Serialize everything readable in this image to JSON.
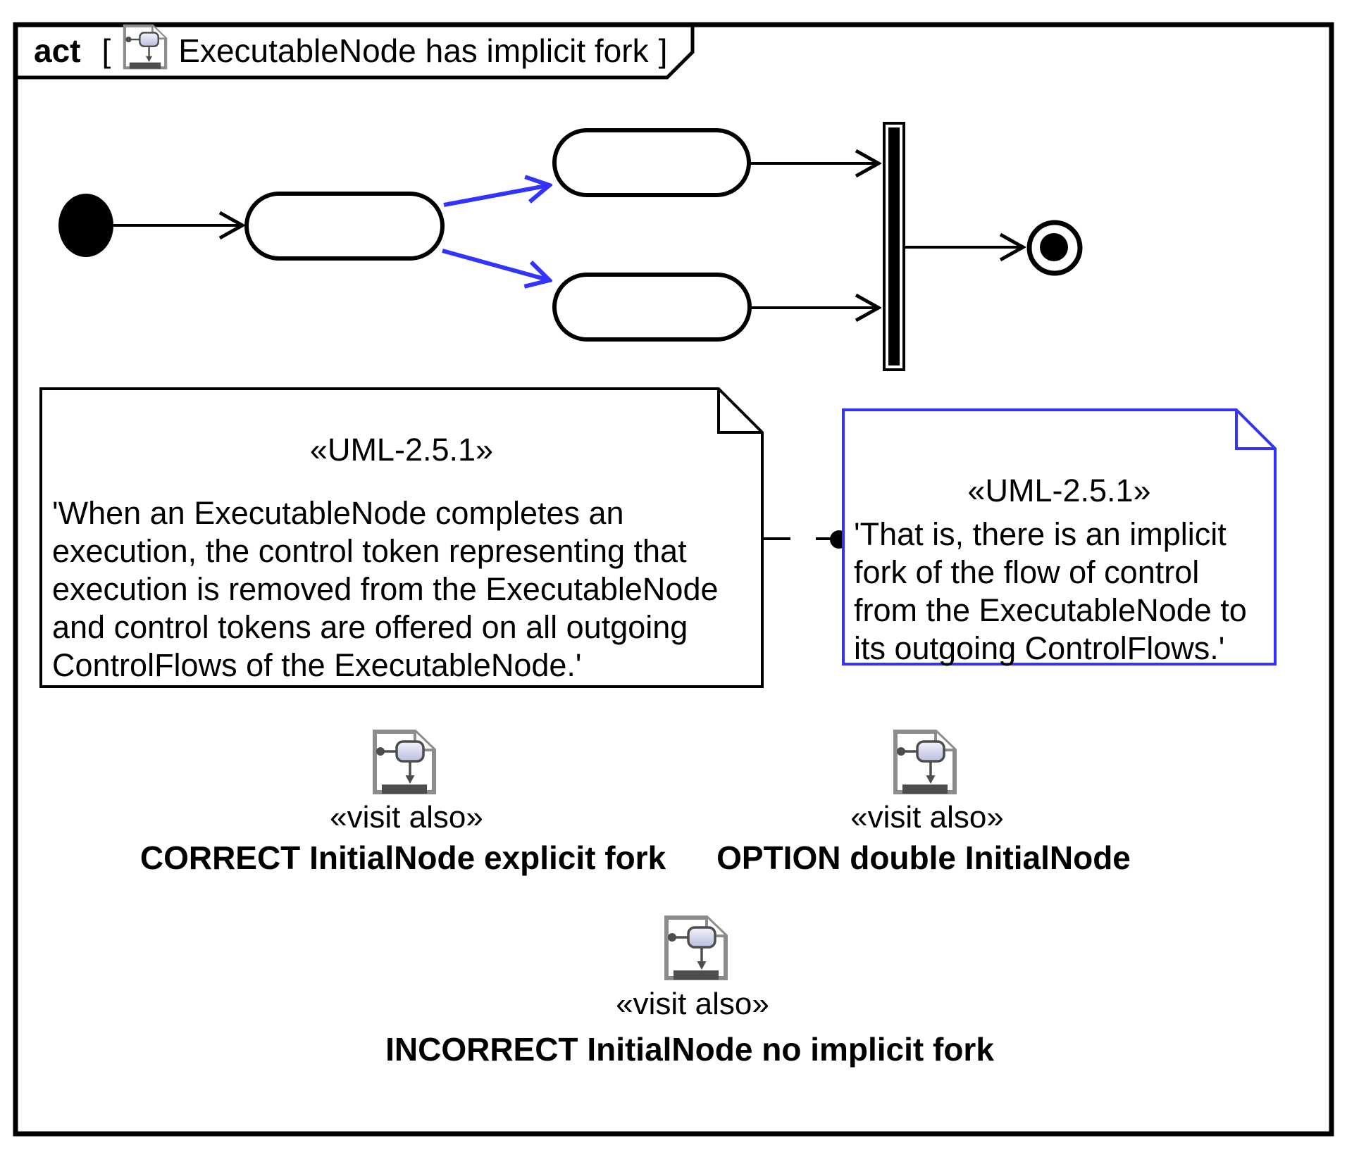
{
  "frame": {
    "keyword": "act",
    "open_bracket": "[",
    "title": "ExecutableNode has implicit fork",
    "close_bracket": "]"
  },
  "colors": {
    "flow_black": "#000000",
    "implicit_fork_blue": "#3333ff",
    "icon_border_gray": "#8c8c8c",
    "icon_glyph_gray": "#4d4d4d"
  },
  "diagram": {
    "icons": {
      "frame_icon": "activity-diagram-document-icon",
      "visit_icon": "activity-diagram-document-icon"
    },
    "nodes": [
      "initial-node",
      "action-source",
      "action-branch-top",
      "action-branch-bottom",
      "join-node-bar",
      "activity-final-node"
    ]
  },
  "notes": [
    {
      "stereotype": "«UML-2.5.1»",
      "body": "'When an ExecutableNode completes an\nexecution, the control token representing that\nexecution is removed from the ExecutableNode\nand control tokens are offered on all outgoing\nControlFlows of the ExecutableNode.'",
      "border_color": "#000000"
    },
    {
      "stereotype": "«UML-2.5.1»",
      "body": "'That is, there is an implicit\nfork of the flow of control\nfrom the ExecutableNode to\nits outgoing ControlFlows.'",
      "border_color": "#3333ff"
    }
  ],
  "visit_also": [
    {
      "stereotype": "«visit also»",
      "label": "CORRECT InitialNode explicit fork"
    },
    {
      "stereotype": "«visit also»",
      "label": "OPTION double InitialNode"
    },
    {
      "stereotype": "«visit also»",
      "label": "INCORRECT InitialNode no implicit fork"
    }
  ]
}
